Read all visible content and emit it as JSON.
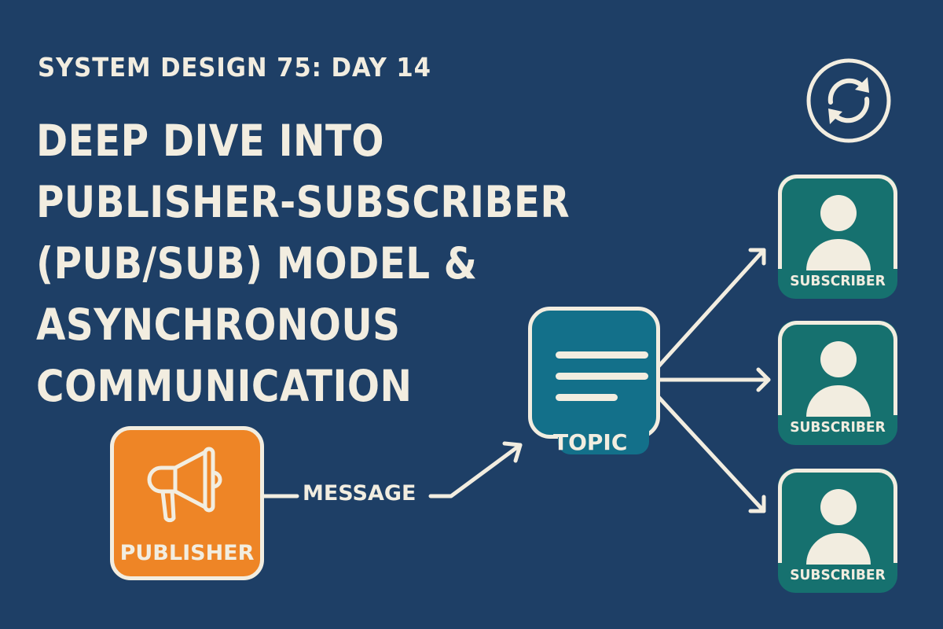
{
  "header": {
    "subtitle": "SYSTEM DESIGN 75: DAY 14",
    "title_lines": [
      "DEEP DIVE INTO",
      "PUBLISHER-SUBSCRIBER",
      "(PUB/SUB) MODEL &",
      "ASYNCHRONOUS",
      "COMMUNICATION"
    ],
    "icon": "sync-icon"
  },
  "diagram": {
    "publisher": {
      "label": "PUBLISHER",
      "icon": "megaphone-icon",
      "color": "#ee8526"
    },
    "message": {
      "label": "MESSAGE"
    },
    "topic": {
      "label": "TOPIC",
      "icon": "document-lines-icon",
      "color": "#13708a"
    },
    "subscribers": [
      {
        "label": "SUBSCRIBER",
        "icon": "user-icon"
      },
      {
        "label": "SUBSCRIBER",
        "icon": "user-icon"
      },
      {
        "label": "SUBSCRIBER",
        "icon": "user-icon"
      }
    ],
    "subscriber_color": "#16716f"
  },
  "colors": {
    "background": "#1e3f66",
    "foreground": "#f2ede0"
  }
}
